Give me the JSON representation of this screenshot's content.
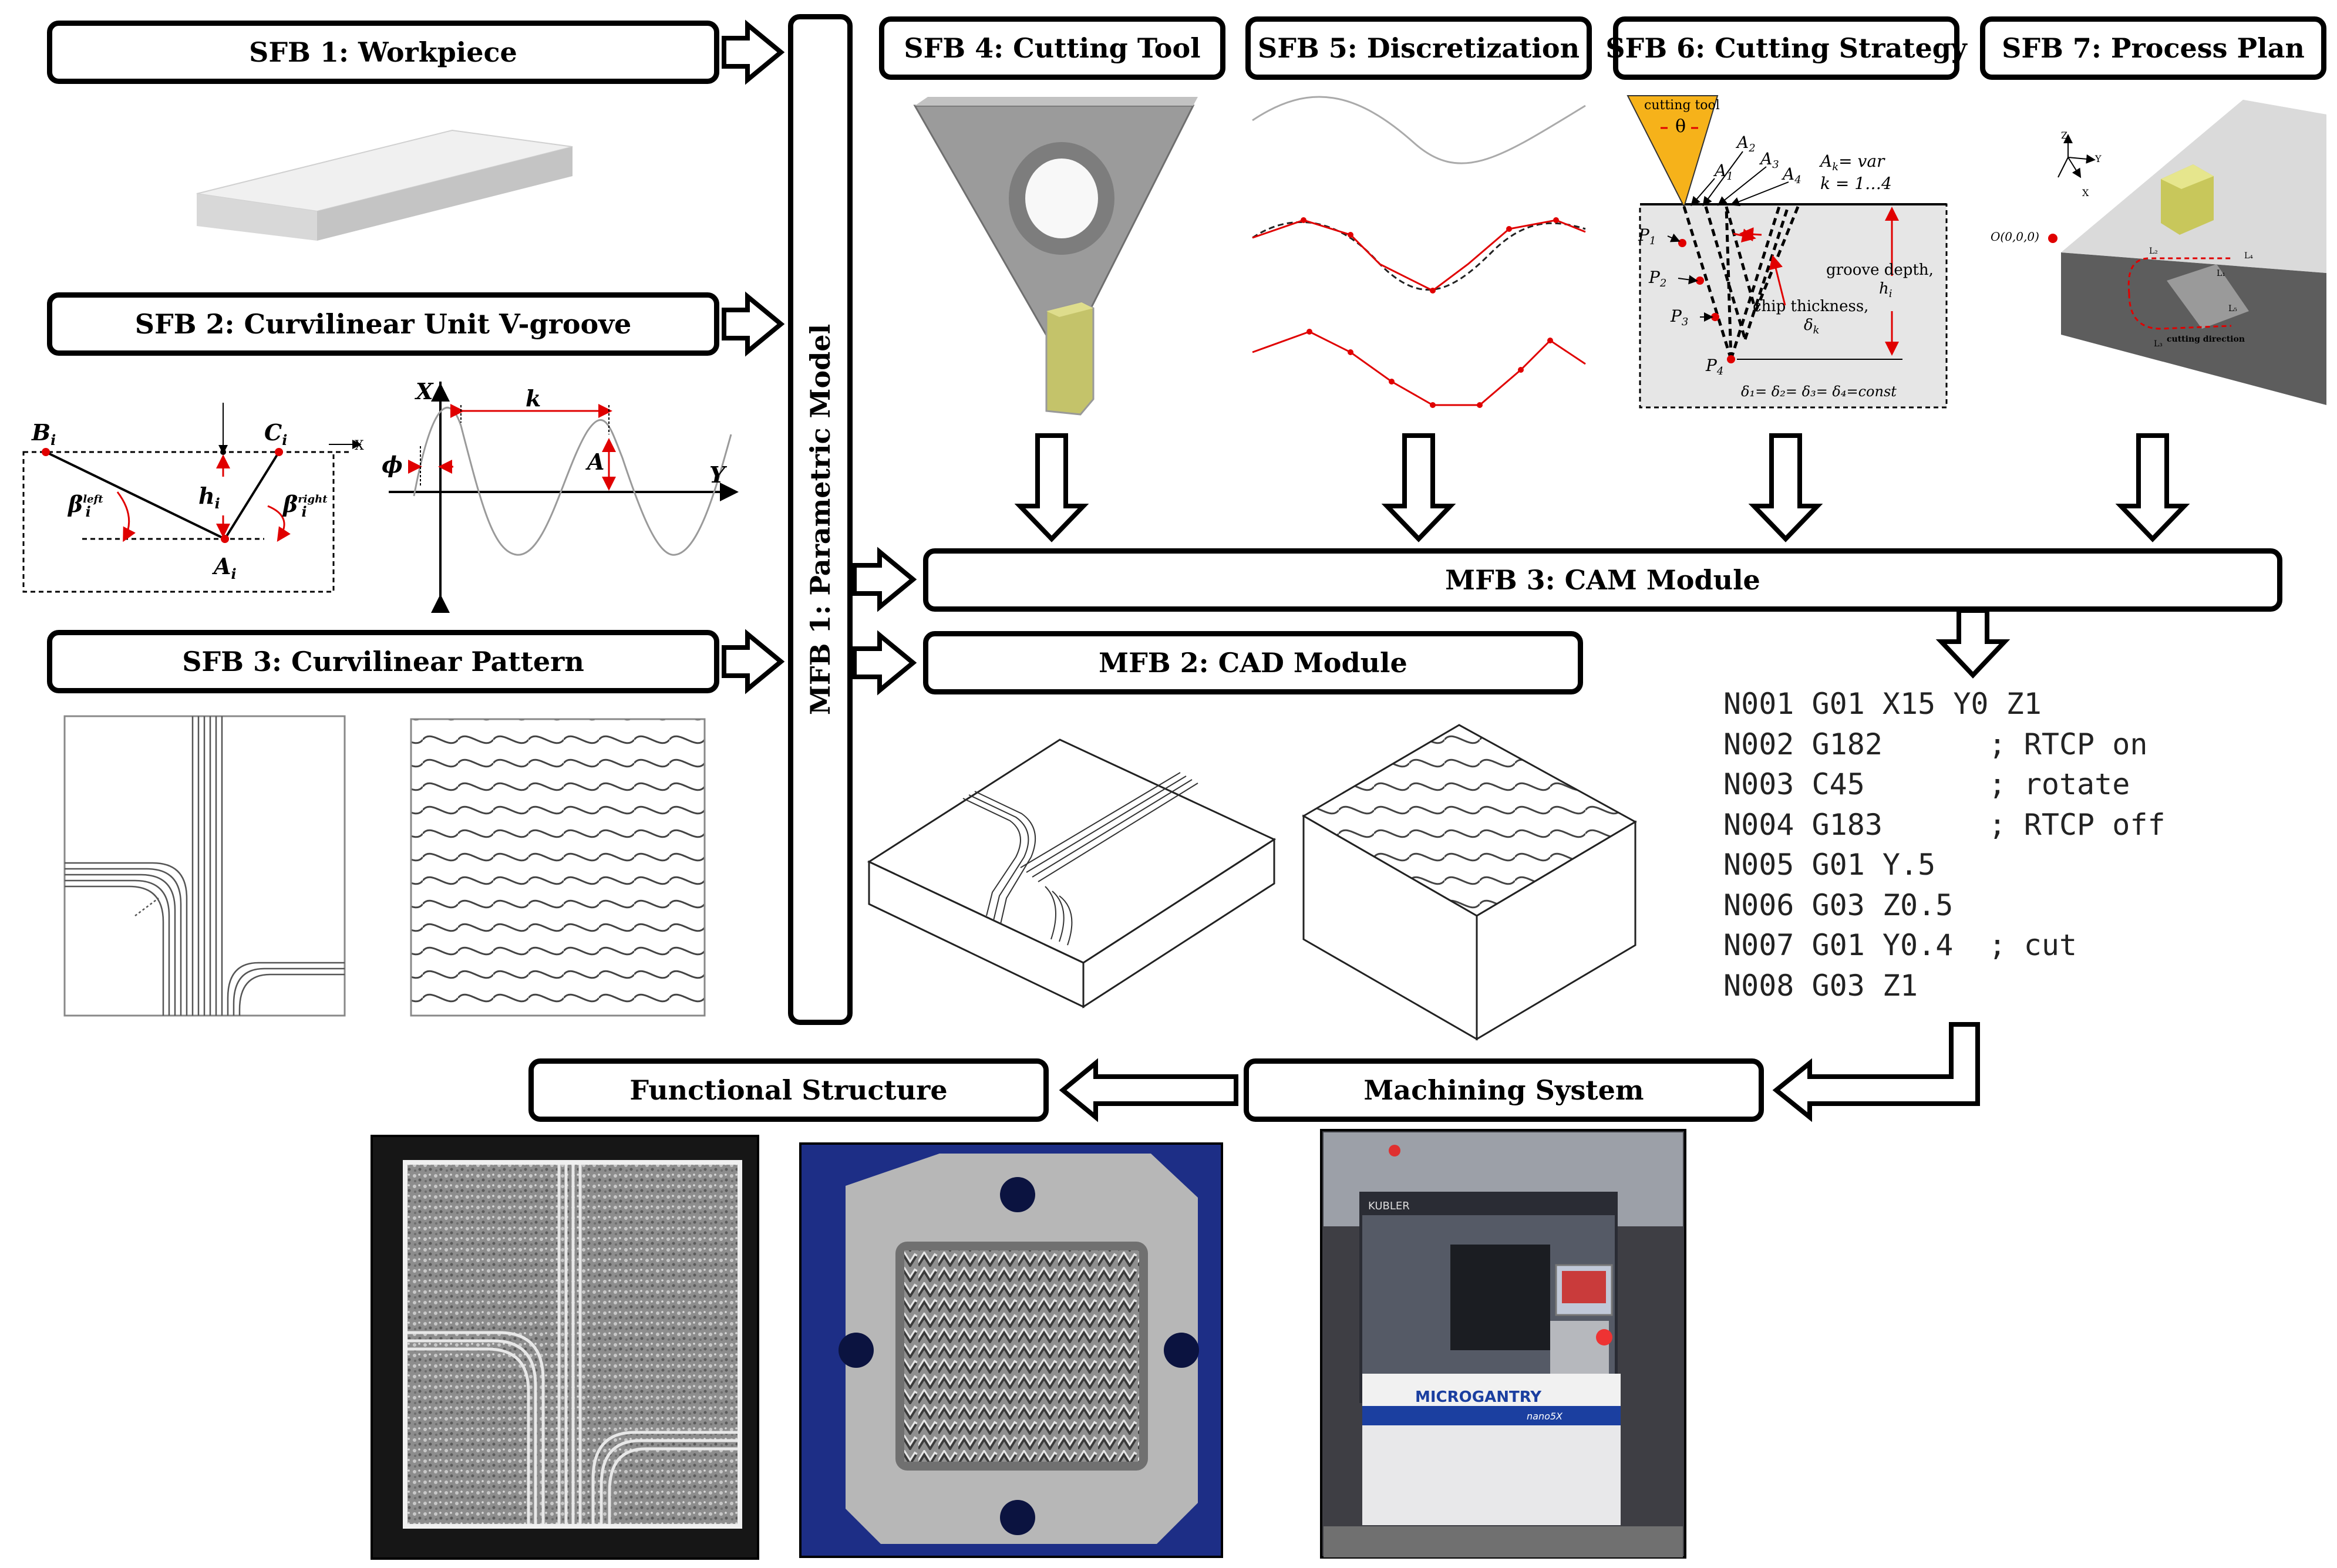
{
  "boxes": {
    "sfb1": "SFB 1: Workpiece",
    "sfb2": "SFB 2: Curvilinear Unit V-groove",
    "sfb3": "SFB 3: Curvilinear Pattern",
    "sfb4": "SFB 4: Cutting Tool",
    "sfb5": "SFB 5: Discretization",
    "sfb6": "SFB 6: Cutting Strategy",
    "sfb7": "SFB 7: Process Plan",
    "mfb1": "MFB 1: Parametric Model",
    "mfb2": "MFB 2: CAD Module",
    "mfb3": "MFB 3: CAM Module",
    "functional": "Functional Structure",
    "machining": "Machining System"
  },
  "vgroove": {
    "b": "B",
    "c": "C",
    "h": "h",
    "a": "A",
    "i": "i",
    "beta_left": "β",
    "beta_left_sup": "left",
    "beta_right": "β",
    "beta_right_sup": "right",
    "x": "X"
  },
  "sine": {
    "x": "X",
    "y": "Y",
    "k": "k",
    "a": "A",
    "phi": "ϕ"
  },
  "strategy": {
    "tool": "cutting tool",
    "theta": "θ",
    "a1": "A",
    "a2": "A",
    "a3": "A",
    "a4": "A",
    "ak": "A",
    "ak_eq": "= var",
    "k_range": "k = 1…4",
    "p1": "P",
    "p2": "P",
    "p3": "P",
    "p4": "P",
    "depth1": "groove depth,",
    "depth2": "h",
    "chip1": "chip thickness,",
    "chip2": "δ",
    "delta": "δ₁= δ₂= δ₃= δ₄=const"
  },
  "process": {
    "origin": "O(0,0,0)",
    "z": "Z",
    "y": "Y",
    "x": "X",
    "direction": "cutting direction",
    "l1": "L₁",
    "l2": "L₂",
    "l3": "L₃",
    "l4": "L₄",
    "l5": "L₅"
  },
  "gcode": [
    "N001 G01 X15 Y0 Z1",
    "N002 G182      ; RTCP on",
    "N003 C45       ; rotate",
    "N004 G183      ; RTCP off",
    "N005 G01 Y.5",
    "N006 G03 Z0.5",
    "N007 G01 Y0.4  ; cut",
    "N008 G03 Z1"
  ],
  "machine": {
    "brand": "KUBLER",
    "model": "MICROGANTRY",
    "sub": "nano5X"
  }
}
